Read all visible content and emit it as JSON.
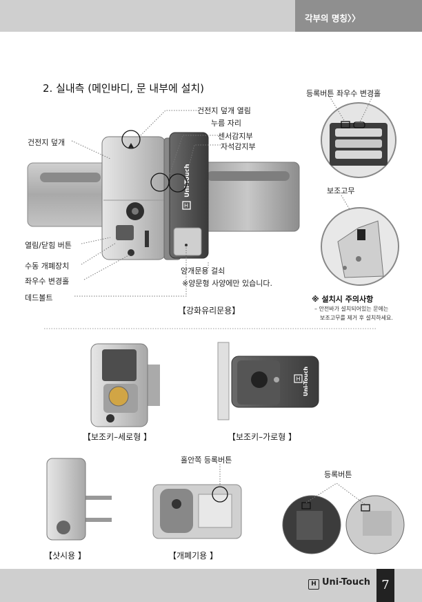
{
  "header": {
    "title": "각부의 명칭〉〉"
  },
  "section": {
    "title": "2. 실내측 (메인바디, 문 내부에 설치)"
  },
  "main_labels": {
    "battery_cover_open": "건전지 덮개 열림",
    "press_point": "누름 자리",
    "sensor": "센서감지부",
    "magnet": "자석감지부",
    "battery_cover": "건전지 덮개",
    "open_close_button": "열림/닫힘 버튼",
    "manual_lock": "수동 개폐장치",
    "lr_hole": "좌우수 변경홀",
    "deadbolt": "데드볼트",
    "double_door": "양개문용 걸쇠",
    "double_door_note": "※양문형 사양에만 있습니다.",
    "caption": "【강화유리문용】"
  },
  "side_labels": {
    "register_lr": "등록버튼  좌우수 변경홀",
    "aux_rubber": "보조고무"
  },
  "note": {
    "title": "※ 설치시 주의사항",
    "line1": "– 안전바가 설치되어있는 문에는",
    "line2": "보조고무를 제거 후 설치하세요."
  },
  "variants": {
    "vertical": "【보조키–세로형 】",
    "horizontal": "【보조키–가로형 】",
    "sash": "【샷시용 】",
    "opener": "【개폐기용 】",
    "groove_register": "홀안쪽 등록버튼",
    "register": "등록버튼"
  },
  "device_text": {
    "brand": "Uni-Touch",
    "logo": "H"
  },
  "footer": {
    "brand": "Uni-Touch",
    "logo": "H",
    "page": "7"
  }
}
